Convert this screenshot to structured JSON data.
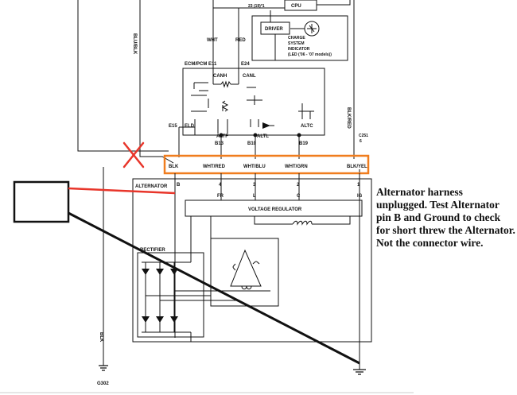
{
  "colors": {
    "wire": "#111111",
    "callout": "#e8352a",
    "connector_box": "#f07d1e"
  },
  "top": {
    "wire_23": "23 (19)*1",
    "cpu": "CPU",
    "driver": "DRIVER",
    "indicator": [
      "CHARGE",
      "SYSTEM",
      "INDICATOR",
      "(LED ('06 - '07 models))"
    ],
    "wht": "WHT",
    "red": "RED"
  },
  "wires": {
    "blu_blk": "BLU/BLK",
    "blk_red": "BLK/RED",
    "c251": "C251",
    "c251_pin": "6",
    "blk": "BLK",
    "g302": "G302"
  },
  "ecm": {
    "title": "ECM/PCM",
    "e11": "E11",
    "e24": "E24",
    "canh": "CANH",
    "canl": "CANL",
    "e15": "E15",
    "eld": "ELD",
    "altf": "ALTF",
    "altl": "ALTL",
    "altc": "ALTC",
    "b13": "B13",
    "b10": "B10",
    "b19": "B19"
  },
  "connector": {
    "labels": [
      "BLK",
      "WHT/RED",
      "WHT/BLU",
      "WHT/GRN",
      "BLK/YEL"
    ]
  },
  "alternator": {
    "title": "ALTERNATOR",
    "pins": [
      "B",
      "4",
      "3",
      "2",
      "1"
    ],
    "terms": [
      "FR",
      "L",
      "C",
      "IG"
    ],
    "regulator": "VOLTAGE REGULATOR",
    "rectifier": "RECTIFIER"
  },
  "note": "Alternator harness unplugged. Test Alternator pin B and Ground to check for short threw the Alternator. Not the connector wire."
}
